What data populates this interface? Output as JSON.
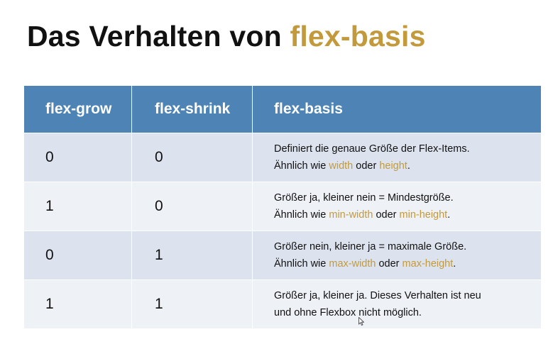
{
  "title": {
    "part1": "Das Verhalten von ",
    "part2": "flex-basis"
  },
  "colors": {
    "accent": "#c29a3c",
    "header_bg": "#4d84b5",
    "row_odd": "#dde3ee",
    "row_even": "#eef1f6"
  },
  "table": {
    "headers": [
      "flex-grow",
      "flex-shrink",
      "flex-basis"
    ],
    "rows": [
      {
        "grow": "0",
        "shrink": "0",
        "line1": "Definiert die genaue Größe der Flex-Items.",
        "line2_prefix": "Ähnlich wie ",
        "line2_term1": "width",
        "line2_mid": " oder ",
        "line2_term2": "height",
        "line2_suffix": "."
      },
      {
        "grow": "1",
        "shrink": "0",
        "line1": "Größer ja, kleiner nein = Mindestgröße.",
        "line2_prefix": "Ähnlich wie ",
        "line2_term1": "min-width",
        "line2_mid": " oder ",
        "line2_term2": "min-height",
        "line2_suffix": "."
      },
      {
        "grow": "0",
        "shrink": "1",
        "line1": "Größer nein, kleiner ja = maximale Größe.",
        "line2_prefix": "Ähnlich wie ",
        "line2_term1": "max-width",
        "line2_mid": " oder ",
        "line2_term2": "max-height",
        "line2_suffix": "."
      },
      {
        "grow": "1",
        "shrink": "1",
        "line1": "Größer ja, kleiner ja. Dieses Verhalten ist neu",
        "line2": "und ohne Flexbox nicht möglich."
      }
    ]
  }
}
